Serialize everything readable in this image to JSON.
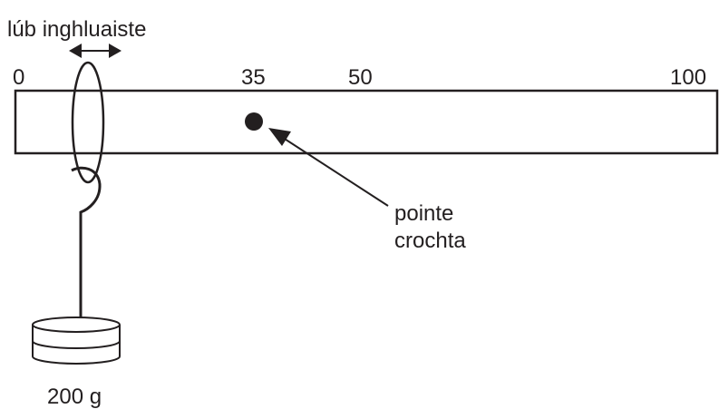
{
  "loop_label": "lúb inghluaiste",
  "scale": {
    "min_label": "0",
    "mark_label": "35",
    "mid_label": "50",
    "max_label": "100"
  },
  "pivot": {
    "label_line1": "pointe",
    "label_line2": "crochta"
  },
  "mass": {
    "label": "200 g"
  },
  "colors": {
    "ink": "#231f20",
    "background": "#ffffff"
  }
}
